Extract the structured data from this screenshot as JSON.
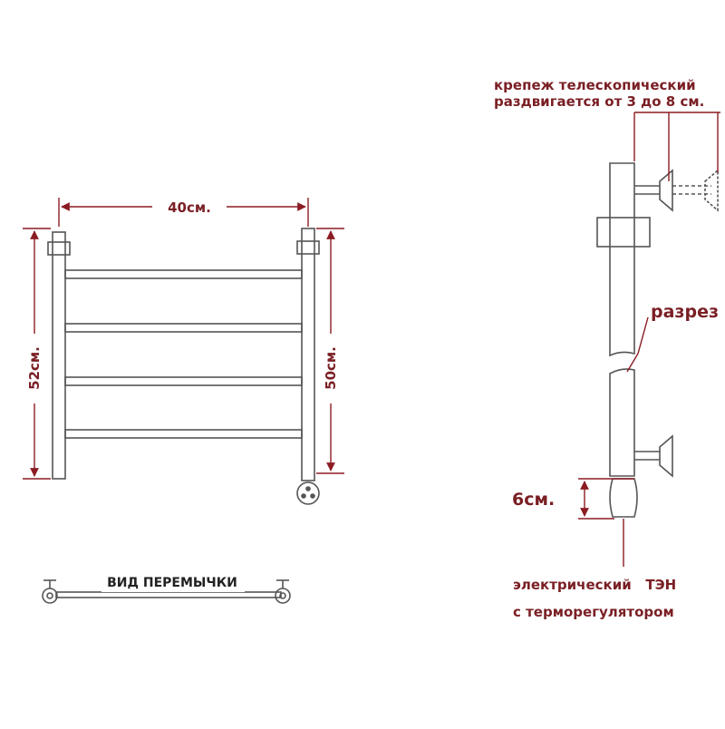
{
  "colors": {
    "dimension": "#8b1c22",
    "outline": "#555555",
    "text_dim": "#7a1f24",
    "text_label": "#222222"
  },
  "front_view": {
    "width_label": "40см.",
    "height_left_label": "52см.",
    "height_right_label": "50см."
  },
  "jumper_view": {
    "label": "ВИД ПЕРЕМЫЧКИ"
  },
  "side_view": {
    "mount_label_line1": "крепеж телескопический",
    "mount_label_line2": "раздвигается от 3 до 8 см.",
    "section_label": "разрез",
    "heater_height_label": "6см.",
    "heater_label_line1": "электрический   ТЭН",
    "heater_label_line2": "с терморегулятором"
  }
}
